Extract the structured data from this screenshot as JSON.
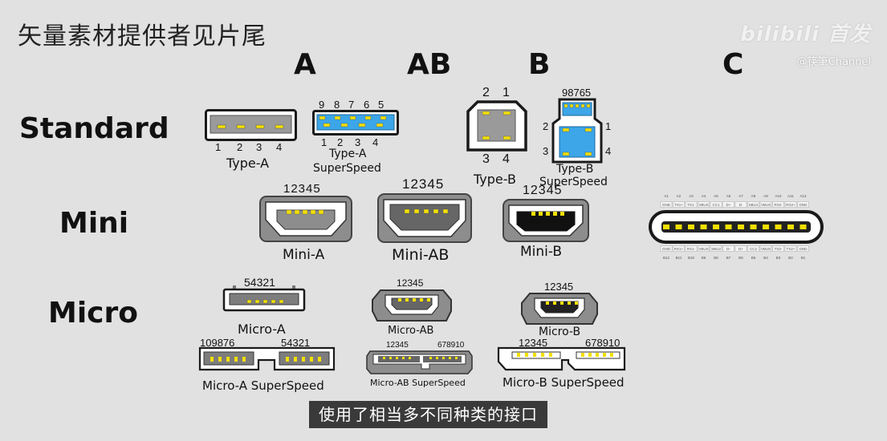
{
  "overlay": {
    "top_note": "矢量素材提供者见片尾",
    "brand": "bilibili 首发",
    "channel": "@筷筆Channel"
  },
  "subtitle": "使用了相当多不同种类的接口",
  "columns": [
    "A",
    "AB",
    "B",
    "C"
  ],
  "rows": [
    "Standard",
    "Mini",
    "Micro"
  ],
  "connectors": {
    "type_a": {
      "label": "Type-A",
      "pins": [
        "1",
        "2",
        "3",
        "4"
      ]
    },
    "type_a_ss": {
      "label_1": "Type-A",
      "label_2": "SuperSpeed",
      "pins_top": [
        "9",
        "8",
        "7",
        "6",
        "5"
      ],
      "pins_bottom": [
        "1",
        "2",
        "3",
        "4"
      ]
    },
    "type_b": {
      "label": "Type-B",
      "pins_top": [
        "2",
        "1"
      ],
      "pins_bottom": [
        "3",
        "4"
      ]
    },
    "type_b_ss": {
      "label_1": "Type-B",
      "label_2": "SuperSpeed",
      "pins_top": "98765",
      "pin_l1": "2",
      "pin_r1": "1",
      "pin_l2": "3",
      "pin_r2": "4"
    },
    "mini_a": {
      "label": "Mini-A",
      "pins": "12345"
    },
    "mini_ab": {
      "label": "Mini-AB",
      "pins": "12345"
    },
    "mini_b": {
      "label": "Mini-B",
      "pins": "12345"
    },
    "micro_a": {
      "label": "Micro-A",
      "pins": "54321"
    },
    "micro_ab": {
      "label": "Micro-AB",
      "pins": "12345"
    },
    "micro_b": {
      "label": "Micro-B",
      "pins": "12345"
    },
    "micro_a_ss": {
      "label": "Micro-A SuperSpeed",
      "pins_left": "109876",
      "pins_right": "54321"
    },
    "micro_ab_ss": {
      "label": "Micro-AB SuperSpeed",
      "pins_left": "12345",
      "pins_right": "678910"
    },
    "micro_b_ss": {
      "label": "Micro-B SuperSpeed",
      "pins_left": "12345",
      "pins_right": "678910"
    },
    "type_c": {
      "top_labels": [
        "A1",
        "A2",
        "A3",
        "A4",
        "A5",
        "A6",
        "A7",
        "A8",
        "A9",
        "A10",
        "A11",
        "A12"
      ],
      "top_signals": [
        "GND",
        "TX1+",
        "TX1-",
        "VBUS",
        "CC1",
        "D+",
        "D-",
        "SBU1",
        "VBUS",
        "RX2-",
        "RX2+",
        "GND"
      ],
      "bottom_signals": [
        "GND",
        "RX1+",
        "RX1-",
        "VBUS",
        "SBU2",
        "D-",
        "D+",
        "CC2",
        "VBUS",
        "TX2-",
        "TX2+",
        "GND"
      ],
      "bottom_labels": [
        "B12",
        "B11",
        "B10",
        "B9",
        "B8",
        "B7",
        "B6",
        "B5",
        "B4",
        "B3",
        "B2",
        "B1"
      ]
    }
  },
  "colors": {
    "background": "#e1e1e1",
    "pin_gold": "#f3e000",
    "superspeed_blue": "#3da6e8",
    "connector_grey": "#8d8d8d",
    "outline": "#1a1a1a"
  }
}
